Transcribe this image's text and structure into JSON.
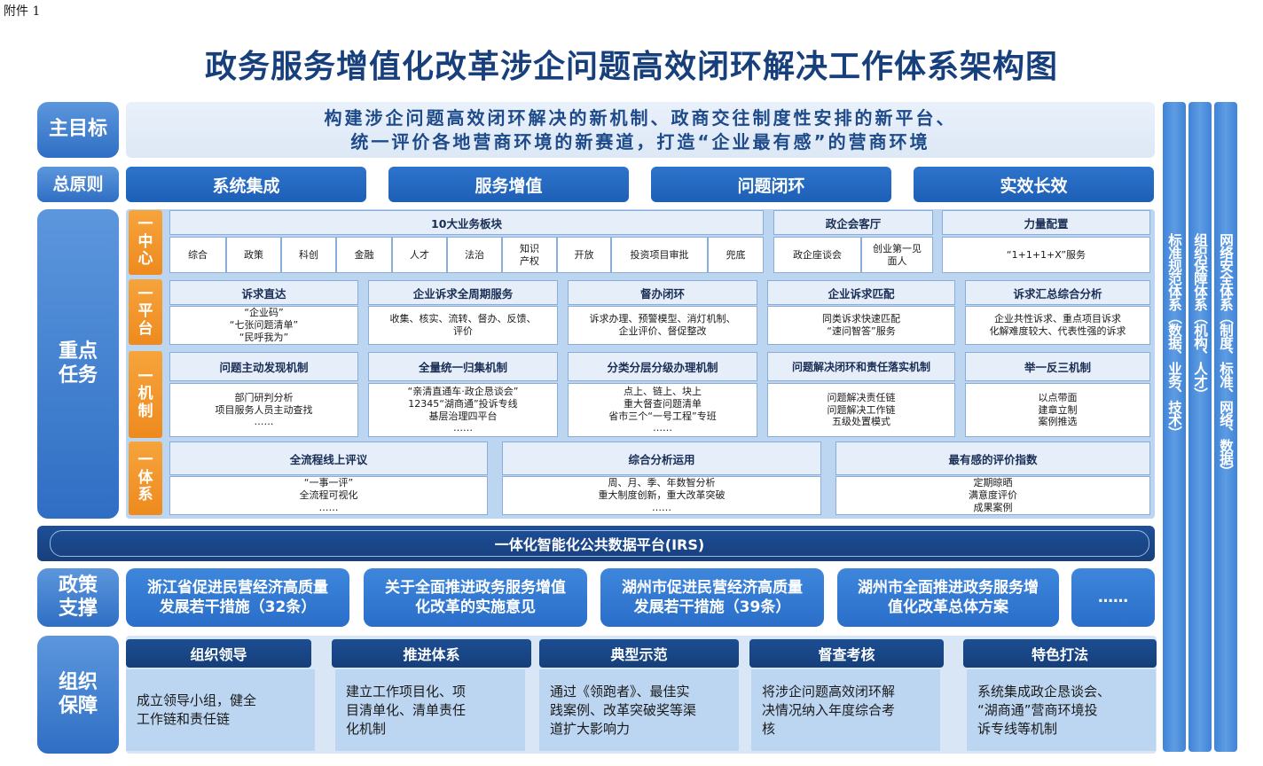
{
  "annex": "附件 1",
  "title": "政务服务增值化改革涉企问题高效闭环解决工作体系架构图",
  "labels": {
    "goal": "主目标",
    "principle": "总原则",
    "task1": "重点",
    "task2": "任务",
    "policy1": "政策",
    "policy2": "支撑",
    "org1": "组织",
    "org2": "保障"
  },
  "goal": {
    "line1": "构建涉企问题高效闭环解决的新机制、政商交往制度性安排的新平台、",
    "line2": "统一评价各地营商环境的新赛道，打造“企业最有感”的营商环境"
  },
  "principles": [
    "系统集成",
    "服务增值",
    "问题闭环",
    "实效长效"
  ],
  "rows": {
    "center": [
      "一",
      "中",
      "心"
    ],
    "platform": [
      "一",
      "平",
      "台"
    ],
    "mechanism": [
      "一",
      "机",
      "制"
    ],
    "system": [
      "一",
      "体",
      "系"
    ]
  },
  "center": {
    "biz_title": "10大业务板块",
    "biz_items": [
      "综合",
      "政策",
      "科创",
      "金融",
      "人才",
      "法治",
      "知识产权",
      "开放",
      "投资项目审批",
      "兜底"
    ],
    "hall_title": "政企会客厅",
    "hall_items": [
      "政企座谈会",
      "创业第一见面人"
    ],
    "force_title": "力量配置",
    "force_body": "“1+1+1+X”服务"
  },
  "platform": [
    {
      "h": "诉求直达",
      "b": [
        "“企业码”",
        "“七张问题清单”",
        "“民呼我为”"
      ]
    },
    {
      "h": "企业诉求全周期服务",
      "b": [
        "收集、核实、流转、督办、反馈、",
        "评价"
      ]
    },
    {
      "h": "督办闭环",
      "b": [
        "诉求办理、预警模型、消灯机制、",
        "企业评价、督促整改"
      ]
    },
    {
      "h": "企业诉求匹配",
      "b": [
        "同类诉求快速匹配",
        "“速问智答”服务"
      ]
    },
    {
      "h": "诉求汇总综合分析",
      "b": [
        "企业共性诉求、重点项目诉求",
        "化解难度较大、代表性强的诉求"
      ]
    }
  ],
  "mechanism": [
    {
      "h": "问题主动发现机制",
      "b": [
        "部门研判分析",
        "项目服务人员主动查找",
        "……"
      ]
    },
    {
      "h": "全量统一归集机制",
      "b": [
        "“亲清直通车·政企恳谈会”",
        "12345“湖商通”投诉专线",
        "基层治理四平台",
        "……"
      ]
    },
    {
      "h": "分类分层分级办理机制",
      "b": [
        "点上、链上、块上",
        "重大督查问题清单",
        "省市三个“一号工程”专班",
        "……"
      ]
    },
    {
      "h": "问题解决闭环和责任落实机制",
      "b": [
        "问题解决责任链",
        "问题解决工作链",
        "五级处置模式"
      ]
    },
    {
      "h": "举一反三机制",
      "b": [
        "以点带面",
        "建章立制",
        "案例推选"
      ]
    }
  ],
  "system": [
    {
      "h": "全流程线上评议",
      "b": [
        "“一事一评”",
        "全流程可视化",
        "……"
      ]
    },
    {
      "h": "综合分析运用",
      "b": [
        "周、月、季、年数智分析",
        "重大制度创新，重大改革突破",
        "……"
      ]
    },
    {
      "h": "最有感的评价指数",
      "b": [
        "定期晾晒",
        "满意度评价",
        "成果案例"
      ]
    }
  ],
  "irs": "一体化智能化公共数据平台(IRS)",
  "policies": [
    [
      "浙江省促进民营经济高质量",
      "发展若干措施（32条）"
    ],
    [
      "关于全面推进政务服务增值",
      "化改革的实施意见"
    ],
    [
      "湖州市促进民营经济高质量",
      "发展若干措施（39条）"
    ],
    [
      "湖州市全面推进政务服务增",
      "值化改革总体方案"
    ],
    [
      "……"
    ]
  ],
  "org": [
    {
      "h": "组织领导",
      "b": [
        "成立领导小组，健全",
        "工作链和责任链"
      ]
    },
    {
      "h": "推进体系",
      "b": [
        "建立工作项目化、项",
        "目清单化、清单责任",
        "化机制"
      ]
    },
    {
      "h": "典型示范",
      "b": [
        "通过《领跑者》、最佳实",
        "践案例、改革突破奖等渠",
        "道扩大影响力"
      ]
    },
    {
      "h": "督查考核",
      "b": [
        "将涉企问题高效闭环解",
        "决情况纳入年度综合考",
        "核"
      ]
    },
    {
      "h": "特色打法",
      "b": [
        "系统集成政企恳谈会、",
        "“湖商通”营商环境投",
        "诉专线等机制"
      ]
    }
  ],
  "side": [
    "标准规范体系（数据、业务、技术）",
    "组织保障体系（机构、人才）",
    "网络安全体系（制度、标准、网络、数据）"
  ]
}
